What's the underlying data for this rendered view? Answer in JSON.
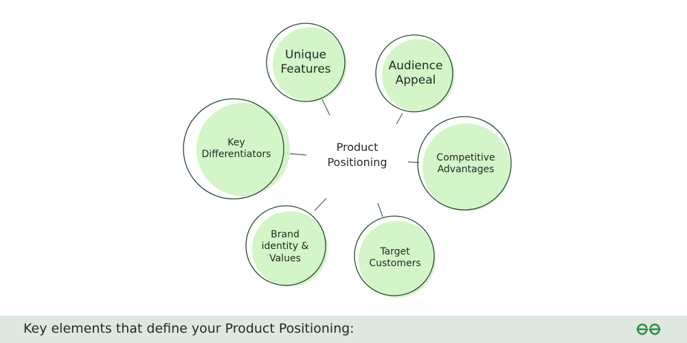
{
  "diagram": {
    "center": "Product\nPositioning",
    "nodes": [
      {
        "label": "Unique\nFeatures"
      },
      {
        "label": "Audience\nAppeal"
      },
      {
        "label": "Key\nDifferentiators"
      },
      {
        "label": "Competitive\nAdvantages"
      },
      {
        "label": "Brand\nidentity &\nValues"
      },
      {
        "label": "Target\nCustomers"
      }
    ]
  },
  "footer": {
    "title": "Key elements that define your Product Positioning:",
    "logo_icon": "geeksforgeeks-logo-icon"
  },
  "colors": {
    "node_fill": "#d4f5c7",
    "node_stroke": "#23482f",
    "connector": "#4d5a52",
    "footer_bg": "#dfe7e0",
    "logo": "#2f8d46"
  }
}
